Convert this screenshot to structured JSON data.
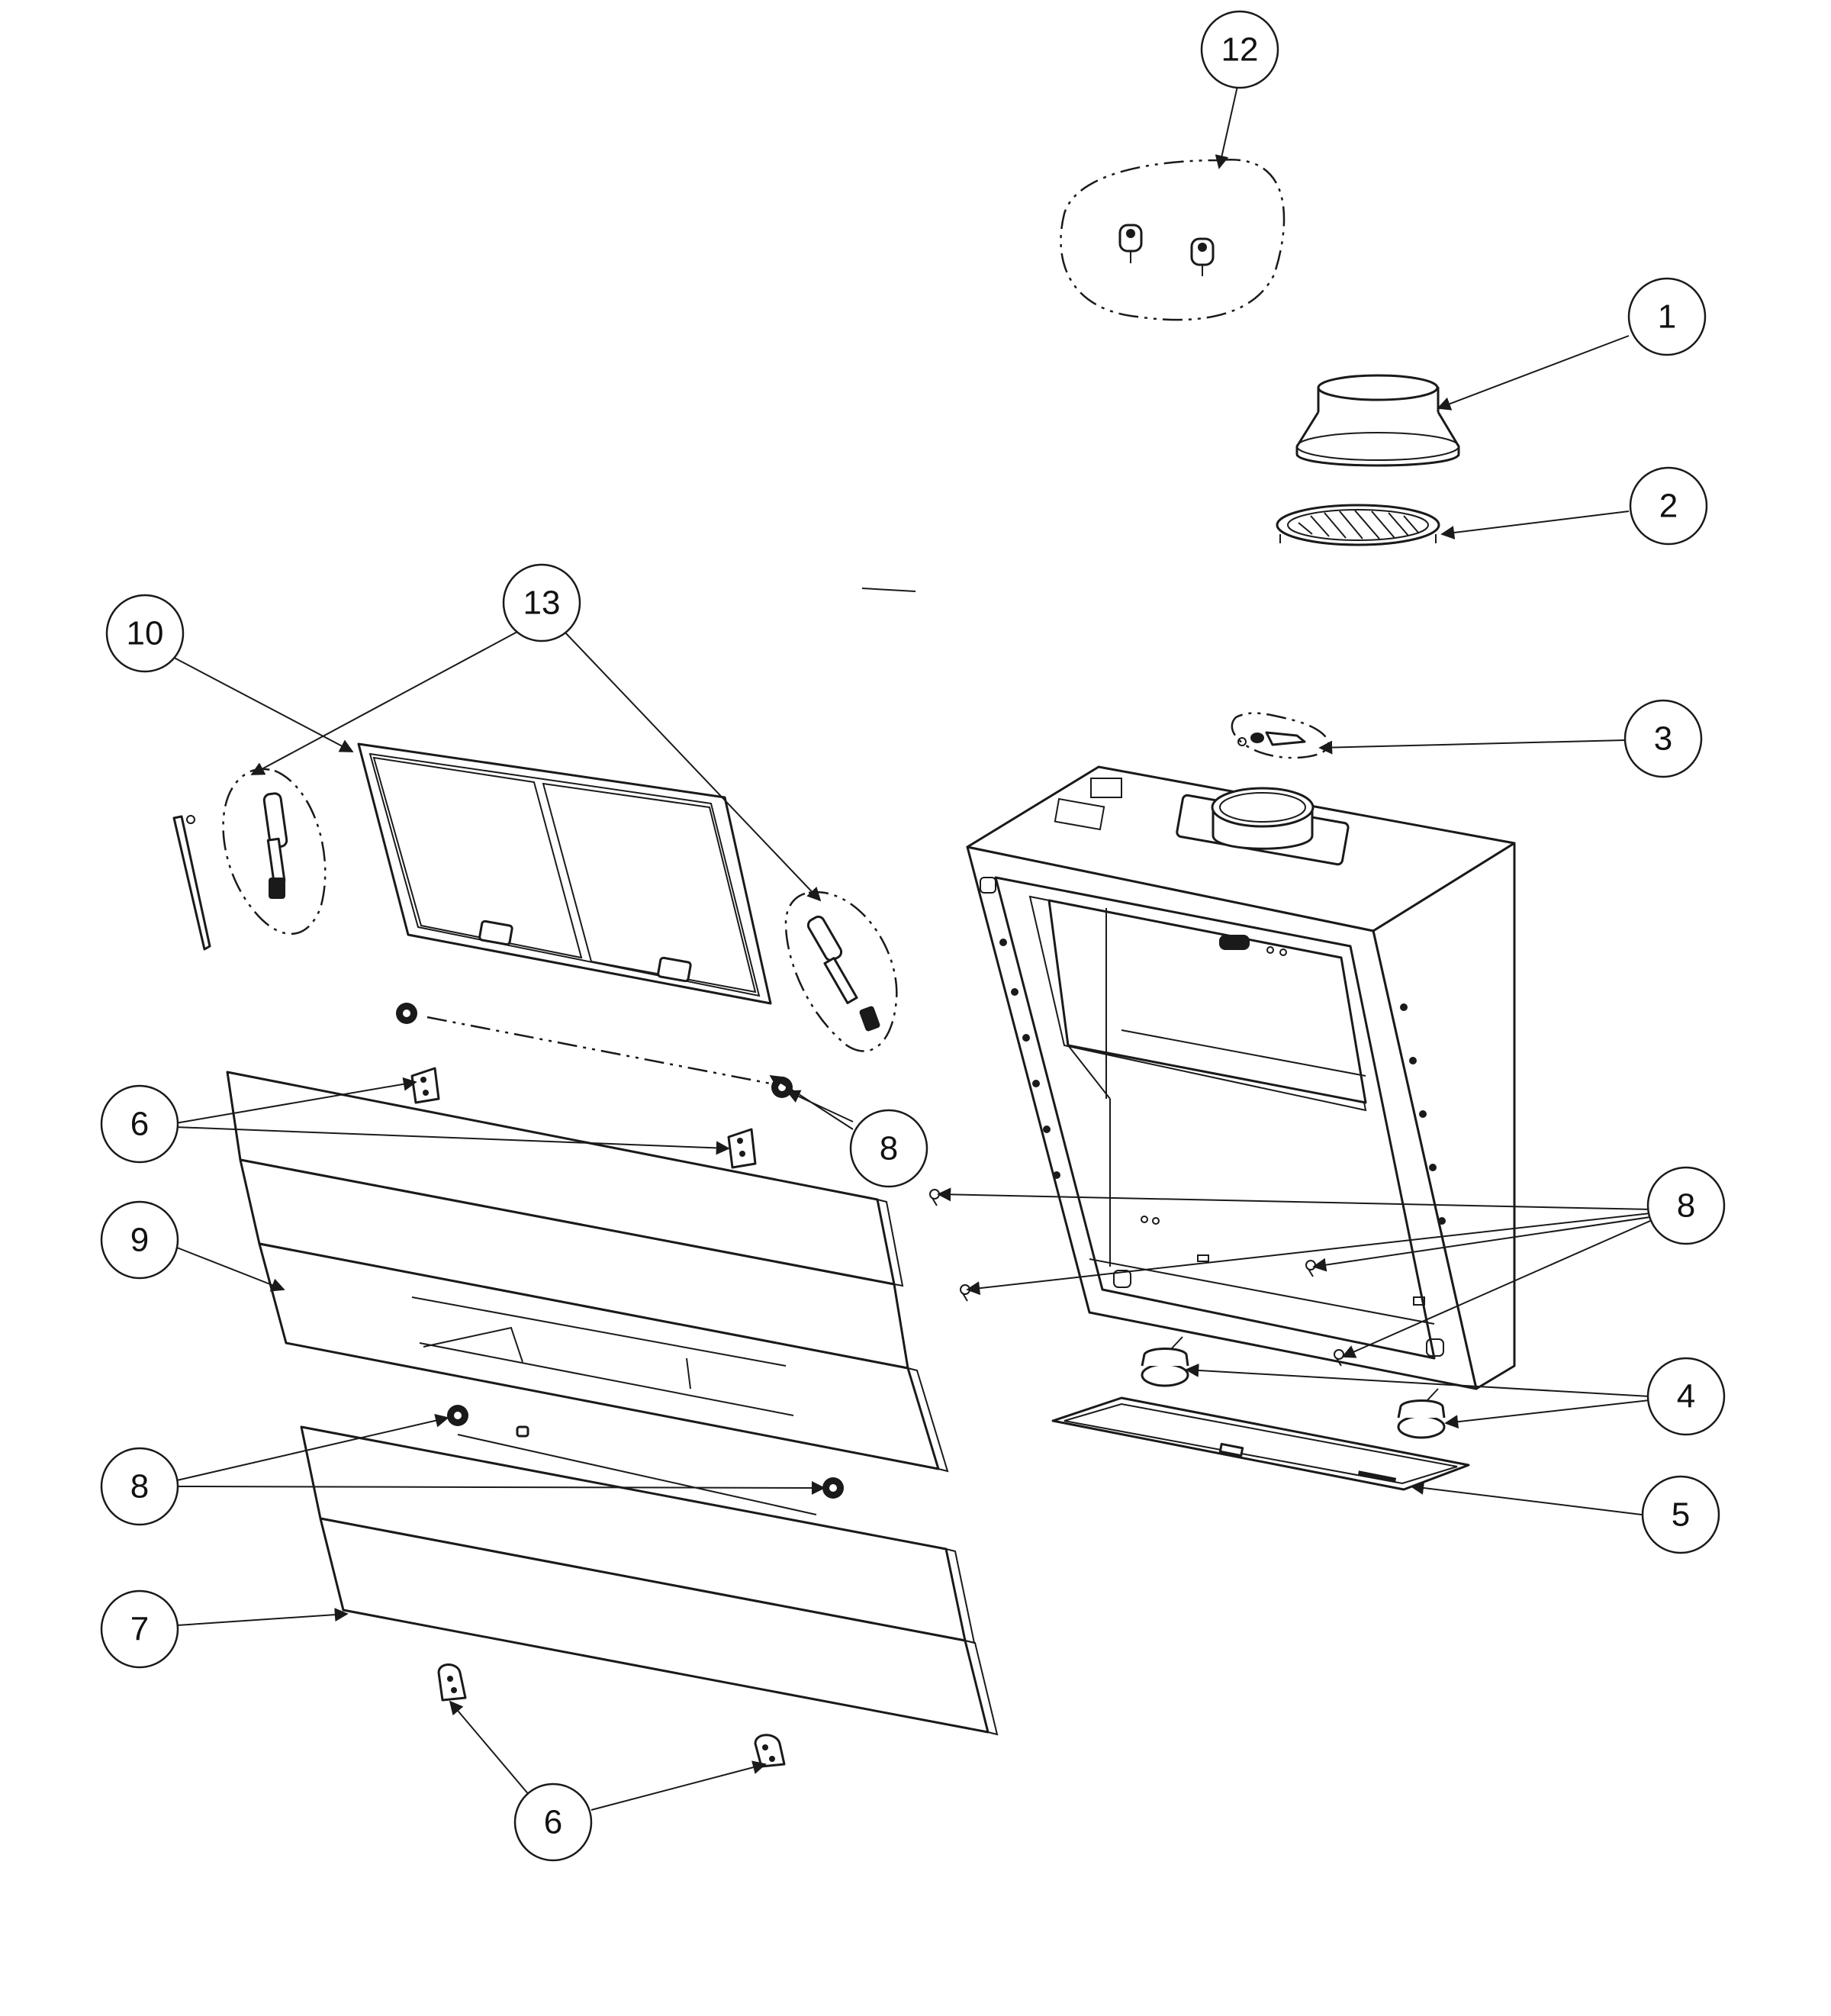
{
  "diagram": {
    "callouts": [
      "1",
      "2",
      "3",
      "4",
      "5",
      "6",
      "7",
      "8",
      "9",
      "10",
      "12",
      "13"
    ]
  }
}
